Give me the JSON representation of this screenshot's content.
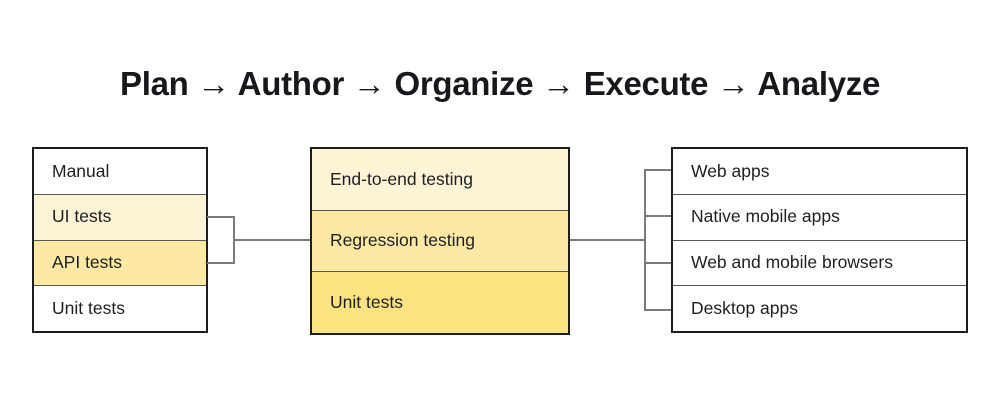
{
  "title": "Plan → Author → Organize → Execute → Analyze",
  "palette": {
    "connector": "#7b7b7b",
    "border": "#1a1c20",
    "divider": "#54575c",
    "text": "#1d1f23",
    "highlight_light": "#FDF3D5",
    "highlight_medium": "#FCEAA3",
    "highlight_strong": "#FAE380",
    "row_default": "#FFFFFF"
  },
  "boxes": {
    "test_types": {
      "rows": [
        {
          "label": "Manual",
          "bg": "#FFFFFF"
        },
        {
          "label": "UI tests",
          "bg": "#FDF3D5"
        },
        {
          "label": "API tests",
          "bg": "#FCEAA3"
        },
        {
          "label": "Unit tests",
          "bg": "#FFFFFF"
        }
      ]
    },
    "testing_categories": {
      "rows": [
        {
          "label": "End-to-end testing",
          "bg": "#FDF3D5"
        },
        {
          "label": "Regression testing",
          "bg": "#FCEAA3"
        },
        {
          "label": "Unit tests",
          "bg": "#FAE380"
        }
      ]
    },
    "platforms": {
      "rows": [
        {
          "label": "Web apps",
          "bg": "#FFFFFF"
        },
        {
          "label": "Native mobile apps",
          "bg": "#FFFFFF"
        },
        {
          "label": "Web and mobile browsers",
          "bg": "#FFFFFF"
        },
        {
          "label": "Desktop apps",
          "bg": "#FFFFFF"
        }
      ]
    }
  }
}
